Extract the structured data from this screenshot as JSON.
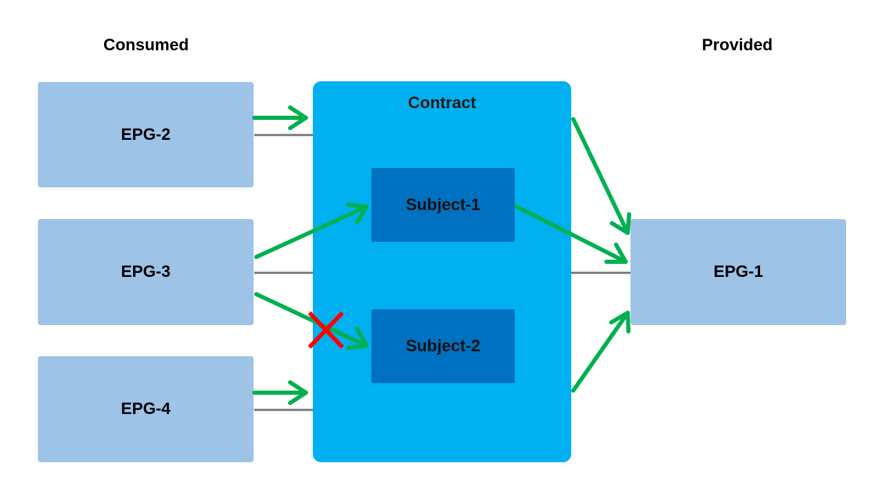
{
  "headings": {
    "consumed": "Consumed",
    "provided": "Provided"
  },
  "contract": {
    "title": "Contract"
  },
  "subjects": [
    {
      "label": "Subject-1"
    },
    {
      "label": "Subject-2"
    }
  ],
  "consumer_epgs": [
    {
      "label": "EPG-2"
    },
    {
      "label": "EPG-3"
    },
    {
      "label": "EPG-4"
    }
  ],
  "provider_epg": {
    "label": "EPG-1"
  },
  "colors": {
    "epg_fill": "#9dc3e6",
    "contract_fill": "#00b0f0",
    "subject_fill": "#0070c0",
    "arrow": "#00b050",
    "link_line": "#767171",
    "block_mark": "#ff0000"
  }
}
